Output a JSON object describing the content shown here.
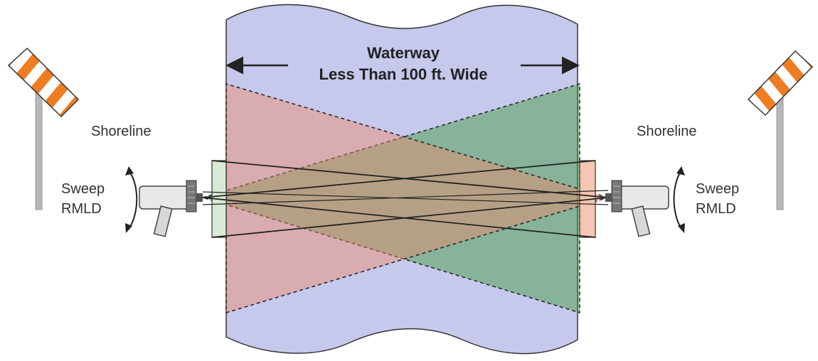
{
  "waterway": {
    "title_line1": "Waterway",
    "title_line2": "Less Than 100 ft. Wide"
  },
  "left_shore": {
    "shoreline_label": "Shoreline",
    "sweep_label_line1": "Sweep",
    "sweep_label_line2": "RMLD"
  },
  "right_shore": {
    "shoreline_label": "Shoreline",
    "sweep_label_line1": "Sweep",
    "sweep_label_line2": "RMLD"
  },
  "colors": {
    "water": "#c6c8ec",
    "left_beam": "#3a9a3a",
    "right_beam": "#f08a6a",
    "sign_stripe": "#ee7d22",
    "post": "#b8b8b8"
  },
  "icons": [
    "warning-sign-icon",
    "rmld-laser-device-icon",
    "sweep-arrow-icon"
  ]
}
